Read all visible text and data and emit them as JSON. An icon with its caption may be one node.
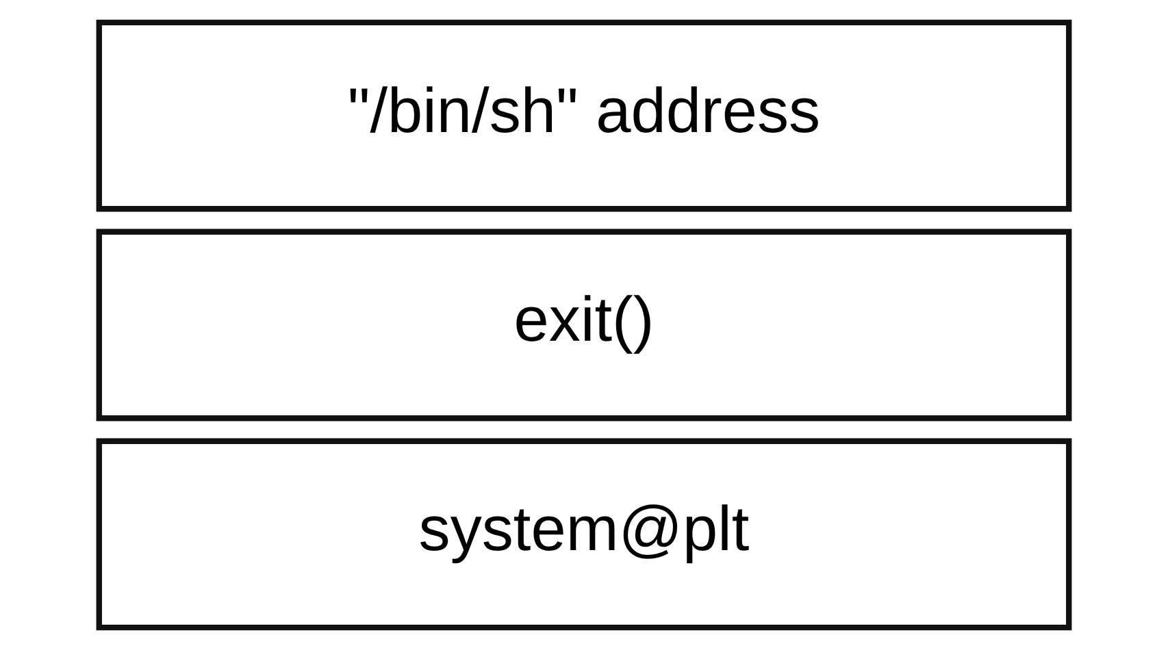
{
  "diagram": {
    "nodes": [
      {
        "text": [
          "\"/bin/sh\" address"
        ]
      },
      {
        "text": [
          "exit()"
        ]
      },
      {
        "text": [
          "system@plt"
        ]
      }
    ]
  }
}
